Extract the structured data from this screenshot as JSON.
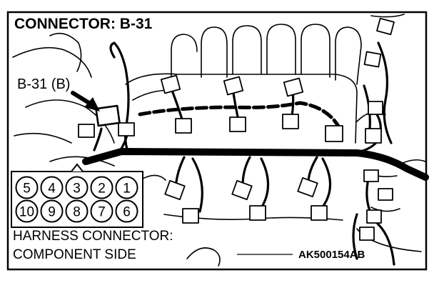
{
  "title": "CONNECTOR: B-31",
  "callout": "B-31 (B)",
  "connector": {
    "pins_top": [
      "5",
      "4",
      "3",
      "2",
      "1"
    ],
    "pins_bottom": [
      "10",
      "9",
      "8",
      "7",
      "6"
    ]
  },
  "caption": {
    "line1": "HARNESS CONNECTOR:",
    "line2": "COMPONENT SIDE"
  },
  "code": "AK500154AB"
}
